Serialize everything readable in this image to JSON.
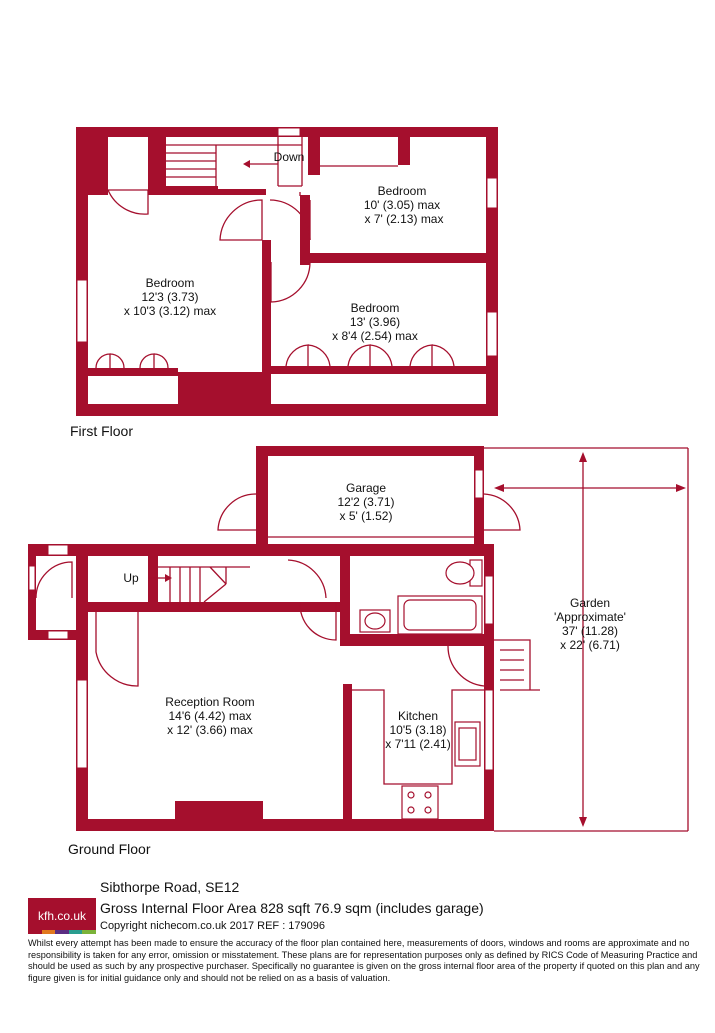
{
  "first_floor": {
    "label": "First Floor",
    "stairs_direction": "Down",
    "rooms": [
      {
        "name": "Bedroom",
        "line1": "10' (3.05) max",
        "line2": "x 7' (2.13) max"
      },
      {
        "name": "Bedroom",
        "line1": "12'3 (3.73)",
        "line2": "x 10'3 (3.12) max"
      },
      {
        "name": "Bedroom",
        "line1": "13' (3.96)",
        "line2": "x 8'4 (2.54) max"
      }
    ]
  },
  "ground_floor": {
    "label": "Ground Floor",
    "stairs_direction": "Up",
    "rooms": [
      {
        "name": "Garage",
        "line1": "12'2 (3.71)",
        "line2": "x 5' (1.52)"
      },
      {
        "name": "Reception Room",
        "line1": "14'6 (4.42) max",
        "line2": "x 12' (3.66)  max"
      },
      {
        "name": "Kitchen",
        "line1": "10'5 (3.18)",
        "line2": "x 7'11 (2.41)"
      }
    ],
    "garden": {
      "name": "Garden",
      "line1": "'Approximate'",
      "line2": "37' (11.28)",
      "line3": "x 22' (6.71)"
    }
  },
  "footer": {
    "address": "Sibthorpe Road, SE12",
    "area": "Gross Internal Floor Area 828 sqft 76.9 sqm (includes garage)",
    "copyright": "Copyright nichecom.co.uk 2017 REF : 179096",
    "disclaimer": "Whilst every attempt has been made to ensure the accuracy of the floor plan contained here, measurements of doors, windows and rooms are approximate and no responsibility is taken for any error, omission or misstatement.  These plans are for representation purposes only as defined by RICS Code of Measuring Practice and should be used as such by any prospective purchaser.  Specifically no guarantee is given on the gross internal floor area of the property if quoted on this plan and any figure given is for initial guidance only and should not be relied on as a basis of valuation.",
    "logo_text": "kfh.co.uk"
  },
  "colors": {
    "wall": "#a50f2d",
    "logo_stripes": [
      "#a50f2d",
      "#e1781e",
      "#5a2d82",
      "#2a9d8f",
      "#7bb33a"
    ]
  }
}
